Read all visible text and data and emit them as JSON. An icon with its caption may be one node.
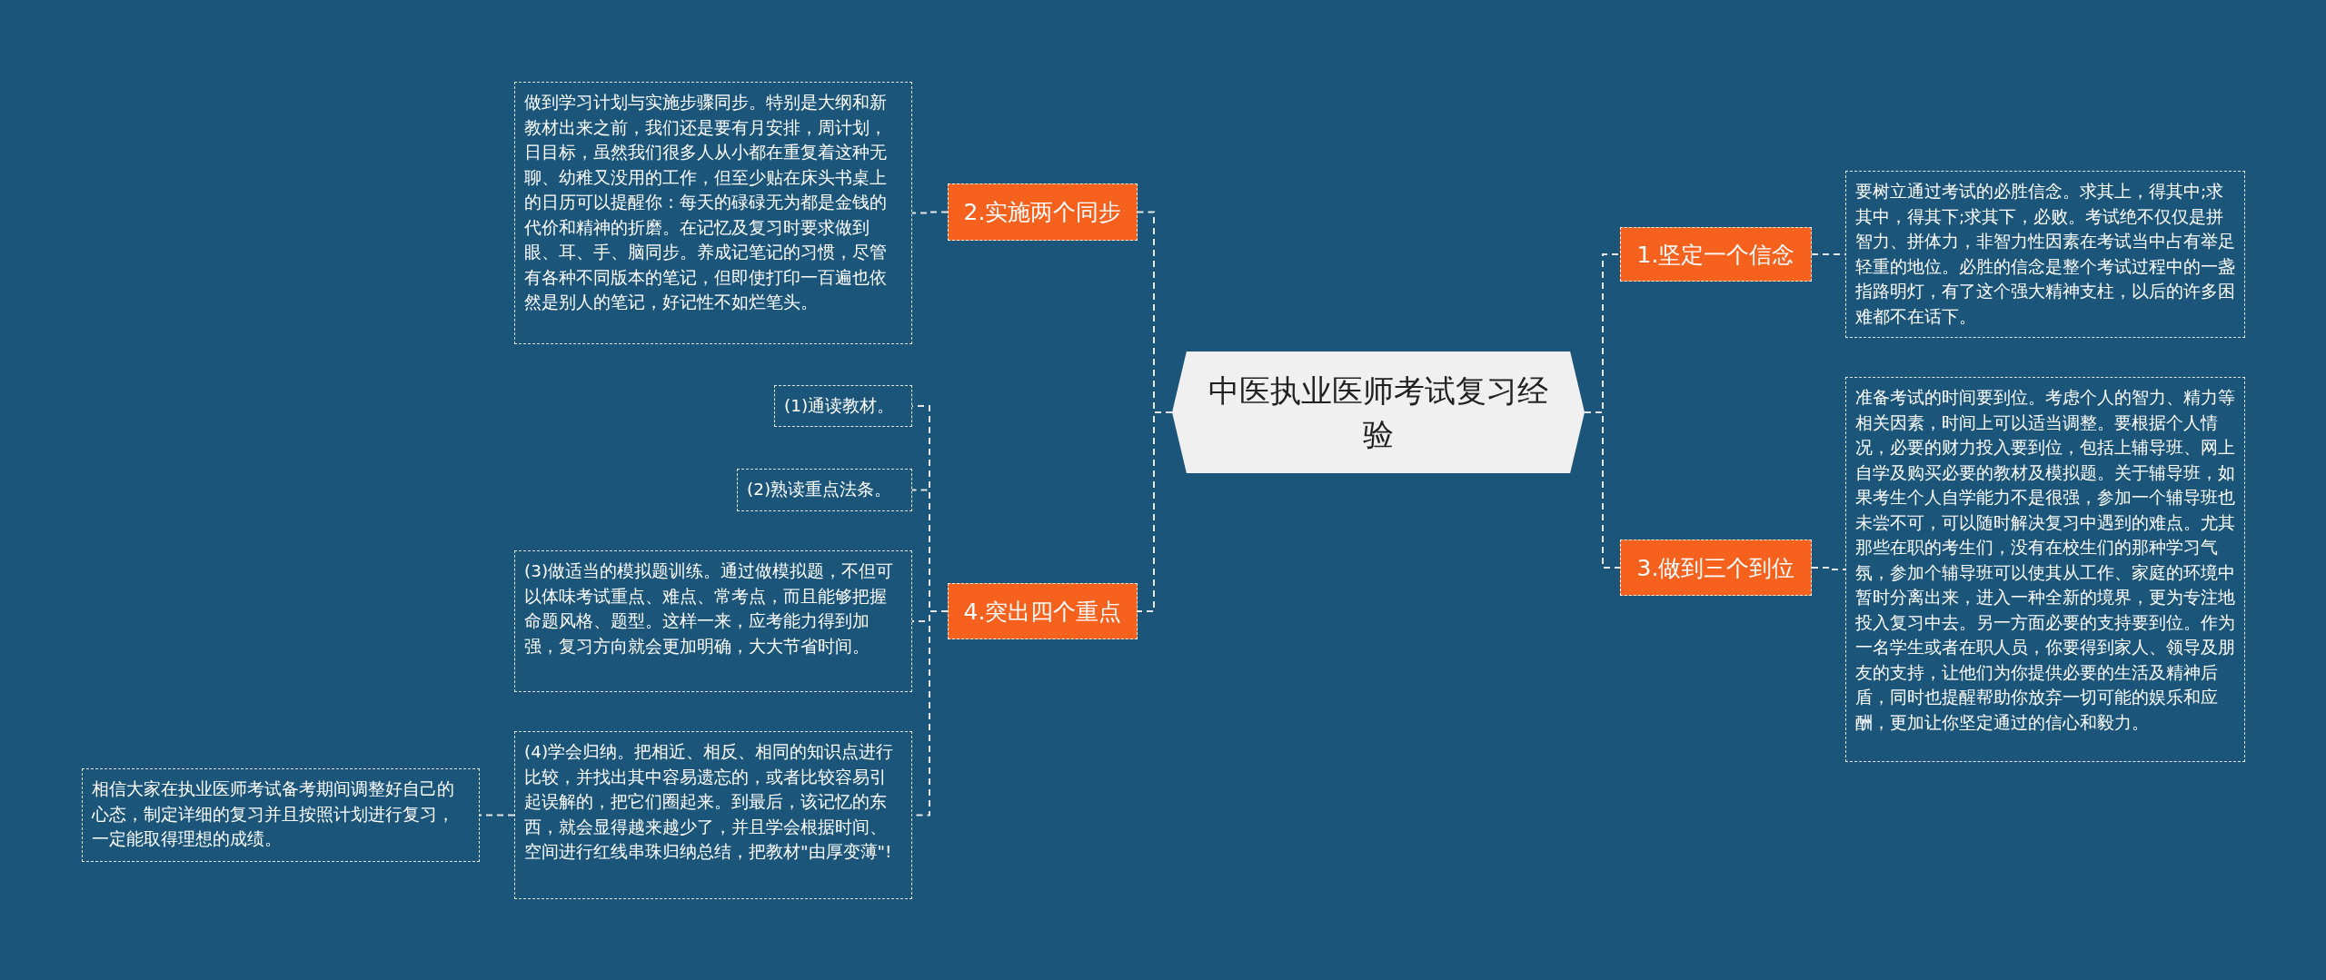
{
  "diagram": {
    "nodes": [
      {
        "text": [
          "中医执业医师考试复习经验"
        ]
      },
      {
        "text": [
          "2.实施两个同步"
        ]
      },
      {
        "text": [
          "做到学习计划与实施步骤同步。特别是大纲和新教材出来之前，我们还是要有月安排，周计划，日目标，虽然我们很多人从小都在重复着这种无聊、幼稚又没用的工作，但至少贴在床头书桌上的日历可以提醒你：每天的碌碌无为都是金钱的代价和精神的折磨。在记忆及复习时要求做到眼、耳、手、脑同步。养成记笔记的习惯，尽管有各种不同版本的笔记，但即使打印一百遍也依然是别人的笔记，好记性不如烂笔头。"
        ]
      },
      {
        "text": [
          "4.突出四个重点"
        ]
      },
      {
        "text": [
          "(1)通读教材。"
        ]
      },
      {
        "text": [
          "(2)熟读重点法条。"
        ]
      },
      {
        "text": [
          "(3)做适当的模拟题训练。通过做模拟题，不但可以体味考试重点、难点、常考点，而且能够把握命题风格、题型。这样一来，应考能力得到加强，复习方向就会更加明确，大大节省时间。"
        ]
      },
      {
        "text": [
          "(4)学会归纳。把相近、相反、相同的知识点进行比较，并找出其中容易遗忘的，或者比较容易引起误解的，把它们圈起来。到最后，该记忆的东西，就会显得越来越少了，并且学会根据时间、空间进行红线串珠归纳总结，把教材\"由厚变薄\"!"
        ]
      },
      {
        "text": [
          "相信大家在执业医师考试备考期间调整好自己的心态，制定详细的复习并且按照计划进行复习，一定能取得理想的成绩。"
        ]
      },
      {
        "text": [
          "1.坚定一个信念"
        ]
      },
      {
        "text": [
          "要树立通过考试的必胜信念。求其上，得其中;求其中，得其下;求其下，必败。考试绝不仅仅是拼智力、拼体力，非智力性因素在考试当中占有举足轻重的地位。必胜的信念是整个考试过程中的一盏指路明灯，有了这个强大精神支柱，以后的许多困难都不在话下。"
        ]
      },
      {
        "text": [
          "3.做到三个到位"
        ]
      },
      {
        "text": [
          "准备考试的时间要到位。考虑个人的智力、精力等相关因素，时间上可以适当调整。要根据个人情况，必要的财力投入要到位，包括上辅导班、网上自学及购买必要的教材及模拟题。关于辅导班，如果考生个人自学能力不是很强，参加一个辅导班也未尝不可，可以随时解决复习中遇到的难点。尤其那些在职的考生们，没有在校生们的那种学习气氛，参加个辅导班可以使其从工作、家庭的环境中暂时分离出来，进入一种全新的境界，更为专注地投入复习中去。另一方面必要的支持要到位。作为一名学生或者在职人员，你要得到家人、领导及朋友的支持，让他们为你提供必要的生活及精神后盾，同时也提醒帮助你放弃一切可能的娱乐和应酬，更加让你坚定通过的信心和毅力。"
        ]
      }
    ],
    "edges": [
      {
        "from": 0,
        "to": 1,
        "arrow": "none"
      },
      {
        "from": 1,
        "to": 2,
        "arrow": "none"
      },
      {
        "from": 0,
        "to": 3,
        "arrow": "none"
      },
      {
        "from": 3,
        "to": 4,
        "arrow": "none"
      },
      {
        "from": 3,
        "to": 5,
        "arrow": "none"
      },
      {
        "from": 3,
        "to": 6,
        "arrow": "none"
      },
      {
        "from": 3,
        "to": 7,
        "arrow": "none"
      },
      {
        "from": 7,
        "to": 8,
        "arrow": "none"
      },
      {
        "from": 0,
        "to": 9,
        "arrow": "none"
      },
      {
        "from": 9,
        "to": 10,
        "arrow": "none"
      },
      {
        "from": 0,
        "to": 11,
        "arrow": "none"
      },
      {
        "from": 11,
        "to": 12,
        "arrow": "none"
      }
    ]
  }
}
